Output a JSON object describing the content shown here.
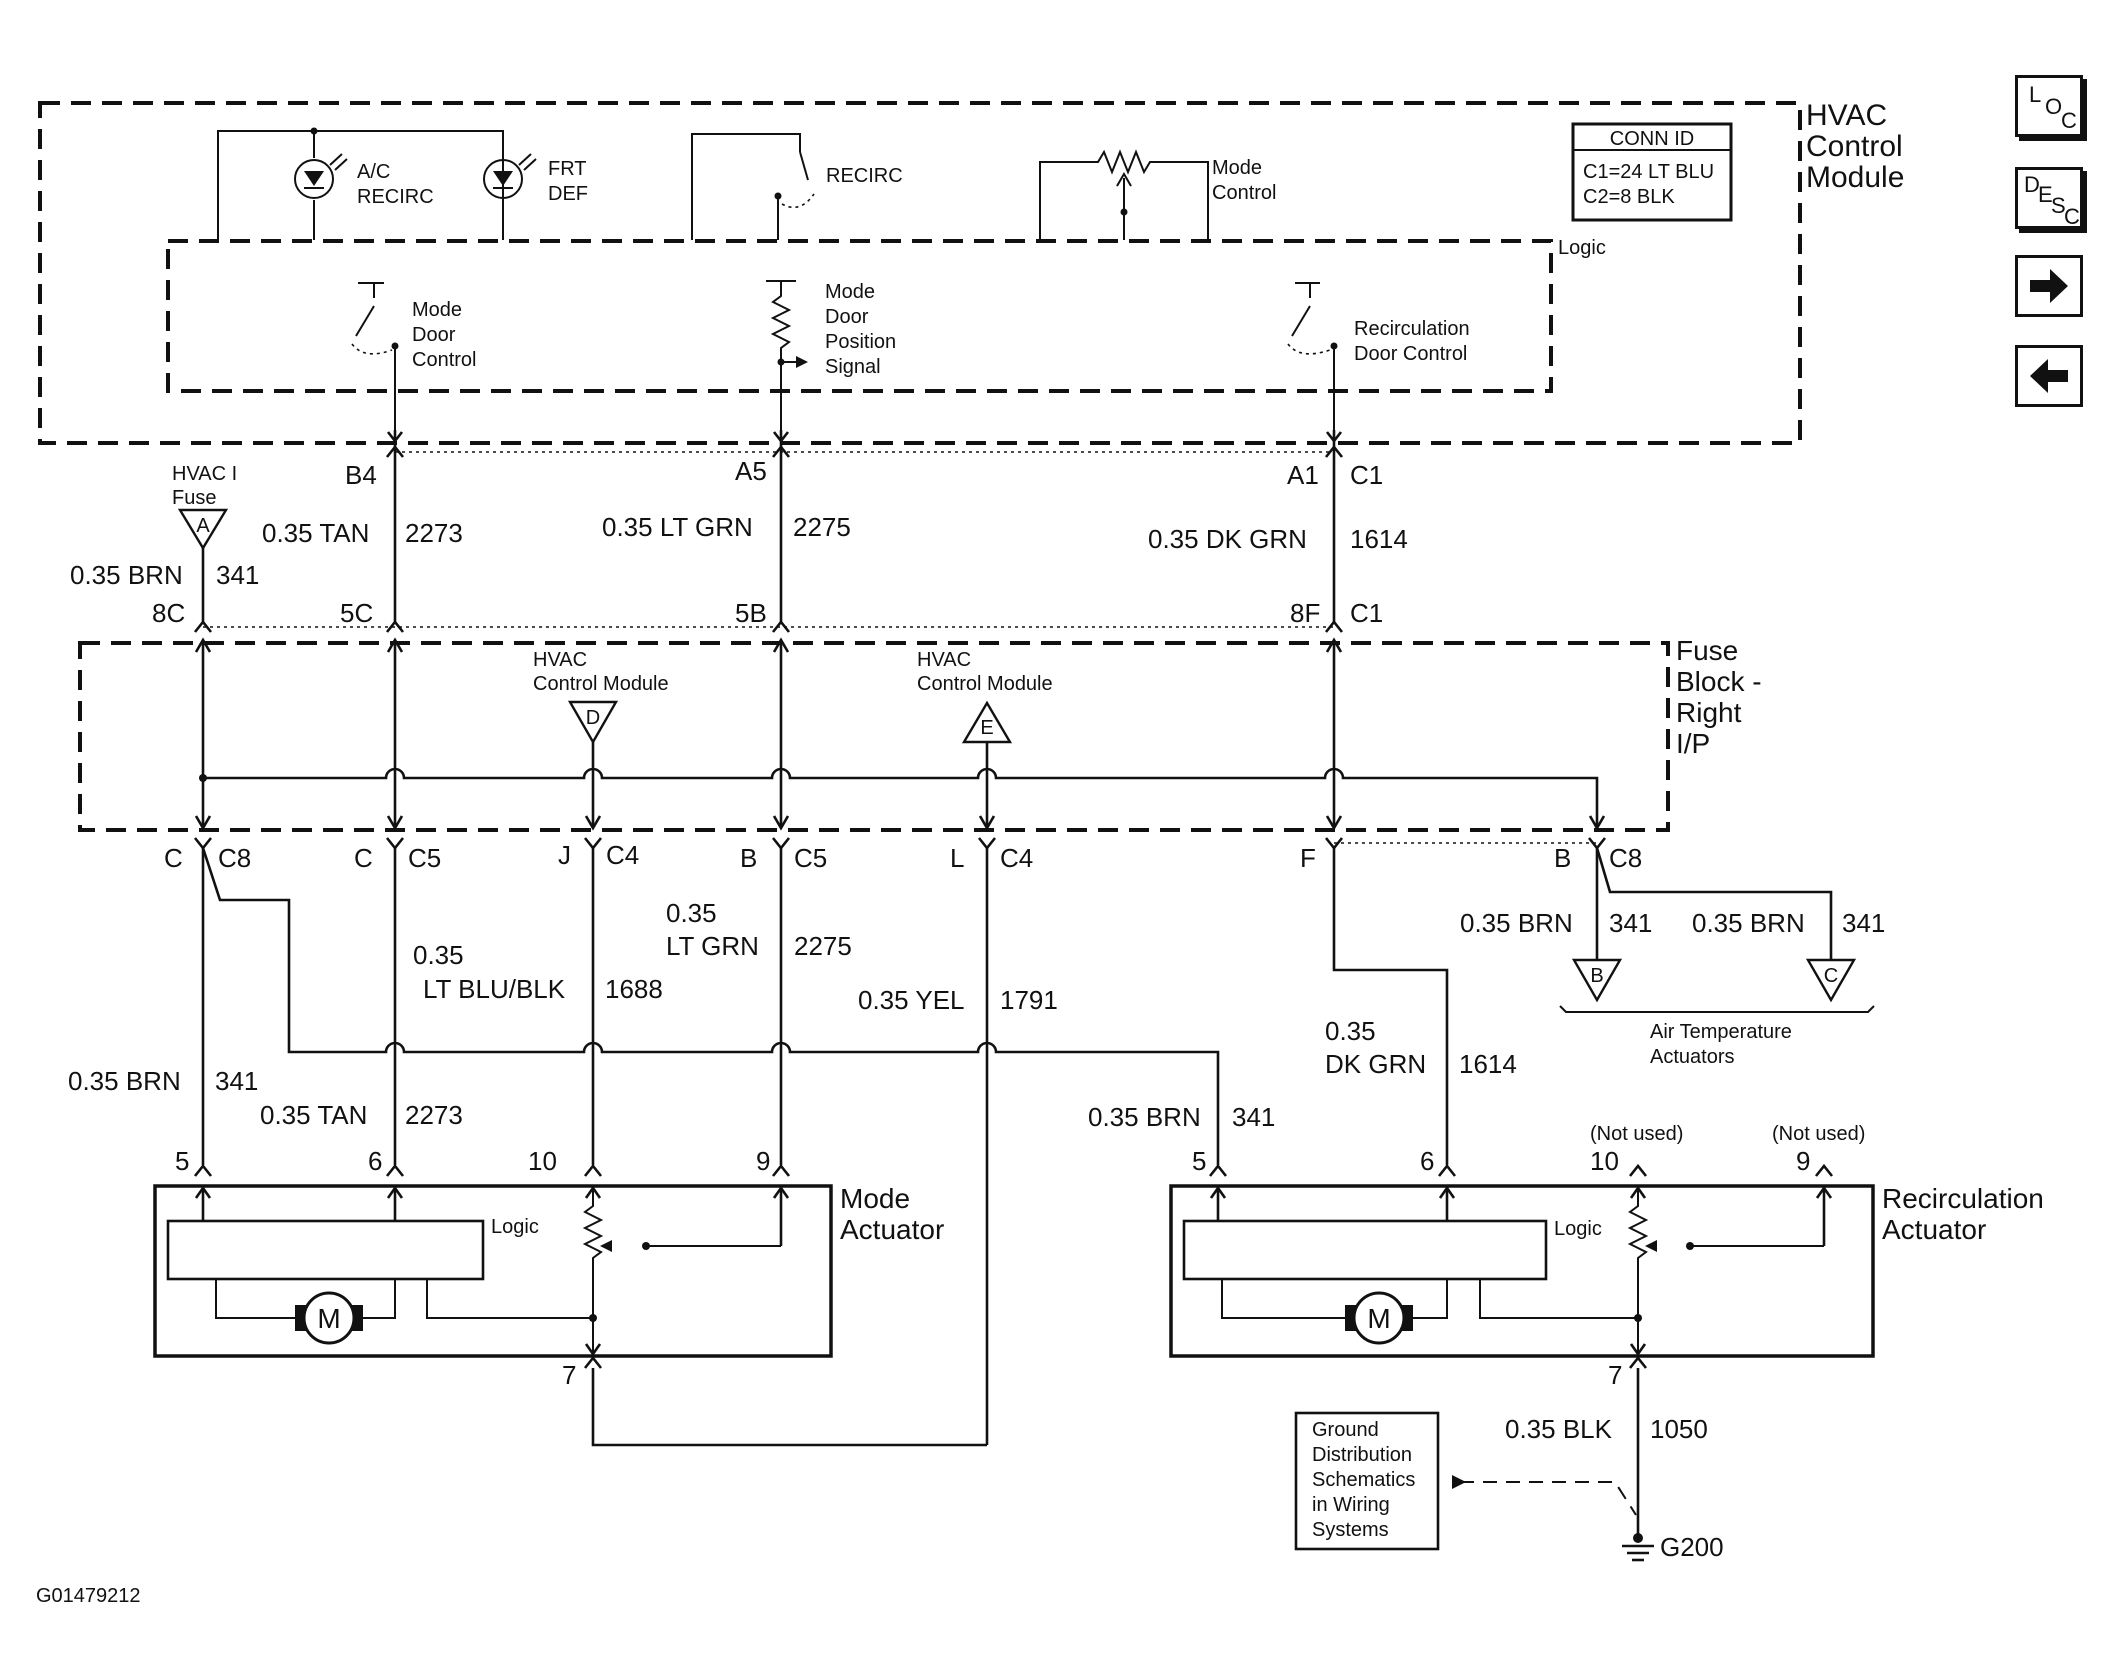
{
  "hvac_module": {
    "title_1": "HVAC",
    "title_2": "Control",
    "title_3": "Module",
    "logic": "Logic"
  },
  "conn_id": {
    "title": "CONN ID",
    "line_1": "C1=24 LT BLU",
    "line_2": "C2=8 BLK"
  },
  "switches": {
    "ac_1": "A/C",
    "ac_2": "RECIRC",
    "frt_1": "FRT",
    "frt_2": "DEF",
    "recirc": "RECIRC",
    "mode_control_1": "Mode",
    "mode_control_2": "Control"
  },
  "logic_labels": {
    "mdc_1": "Mode",
    "mdc_2": "Door",
    "mdc_3": "Control",
    "mdps_1": "Mode",
    "mdps_2": "Door",
    "mdps_3": "Position",
    "mdps_4": "Signal",
    "rdc_1": "Recirculation",
    "rdc_2": "Door Control"
  },
  "connectors": {
    "b4": "B4",
    "a5": "A5",
    "a1": "A1",
    "c1_top": "C1",
    "c8c": "8C",
    "c5c": "5C",
    "c5b": "5B",
    "c8f": "8F",
    "c1_fuse": "C1",
    "bot_c1": "C",
    "bot_c8": "C8",
    "bot_c2": "C",
    "bot_c5": "C5",
    "bot_j": "J",
    "bot_c4": "C4",
    "bot_b": "B",
    "bot_c5b": "C5",
    "bot_l": "L",
    "bot_c4b": "C4",
    "bot_f": "F",
    "bot_b2": "B",
    "bot_c8b": "C8"
  },
  "fuse": {
    "name_1": "HVAC I",
    "name_2": "Fuse",
    "ref": "A"
  },
  "wires": {
    "tan_top": {
      "size": "0.35 TAN",
      "circuit": "2273"
    },
    "ltgrn_top": {
      "size": "0.35 LT GRN",
      "circuit": "2275"
    },
    "dkgrn_top": {
      "size": "0.35 DK GRN",
      "circuit": "1614"
    },
    "brn_fuse": {
      "size": "0.35 BRN",
      "circuit": "341"
    },
    "ltgrn_mid": {
      "size_1": "0.35",
      "size_2": "LT GRN",
      "circuit": "2275"
    },
    "ltblu_mid": {
      "size_1": "0.35",
      "size_2": "LT BLU/BLK",
      "circuit": "1688"
    },
    "yel_mid": {
      "size": "0.35 YEL",
      "circuit": "1791"
    },
    "brn_left": {
      "size": "0.35 BRN",
      "circuit": "341"
    },
    "tan_low": {
      "size": "0.35 TAN",
      "circuit": "2273"
    },
    "brn_right": {
      "size": "0.35 BRN",
      "circuit": "341"
    },
    "dkgrn_low": {
      "size_1": "0.35",
      "size_2": "DK GRN",
      "circuit": "1614"
    },
    "brn_air1": {
      "size": "0.35 BRN",
      "circuit": "341"
    },
    "brn_air2": {
      "size": "0.35 BRN",
      "circuit": "341"
    },
    "blk_gnd": {
      "size": "0.35 BLK",
      "circuit": "1050"
    }
  },
  "fuse_block": {
    "title_1": "Fuse",
    "title_2": "Block -",
    "title_3": "Right",
    "title_4": "I/P",
    "ref_d_1": "HVAC",
    "ref_d_2": "Control Module",
    "ref_d": "D",
    "ref_e_1": "HVAC",
    "ref_e_2": "Control Module",
    "ref_e": "E"
  },
  "air_temp": {
    "ref_b": "B",
    "ref_c": "C",
    "label_1": "Air Temperature",
    "label_2": "Actuators"
  },
  "mode_actuator": {
    "title_1": "Mode",
    "title_2": "Actuator",
    "logic": "Logic",
    "motor": "M",
    "pin_5": "5",
    "pin_6": "6",
    "pin_10": "10",
    "pin_9": "9",
    "pin_7": "7"
  },
  "recirc_actuator": {
    "title_1": "Recirculation",
    "title_2": "Actuator",
    "logic": "Logic",
    "motor": "M",
    "pin_5": "5",
    "pin_6": "6",
    "pin_10": "10",
    "pin_9": "9",
    "pin_7": "7",
    "not_used_10": "(Not used)",
    "not_used_9": "(Not used)"
  },
  "ground": {
    "ref_1": "Ground",
    "ref_2": "Distribution",
    "ref_3": "Schematics",
    "ref_4": "in Wiring",
    "ref_5": "Systems",
    "g200": "G200"
  },
  "figure_id": "G01479212",
  "nav": {
    "loc": [
      "L",
      "O",
      "C"
    ],
    "desc": [
      "D",
      "E",
      "S",
      "C"
    ],
    "next_icon": "arrow-right",
    "prev_icon": "arrow-left"
  }
}
